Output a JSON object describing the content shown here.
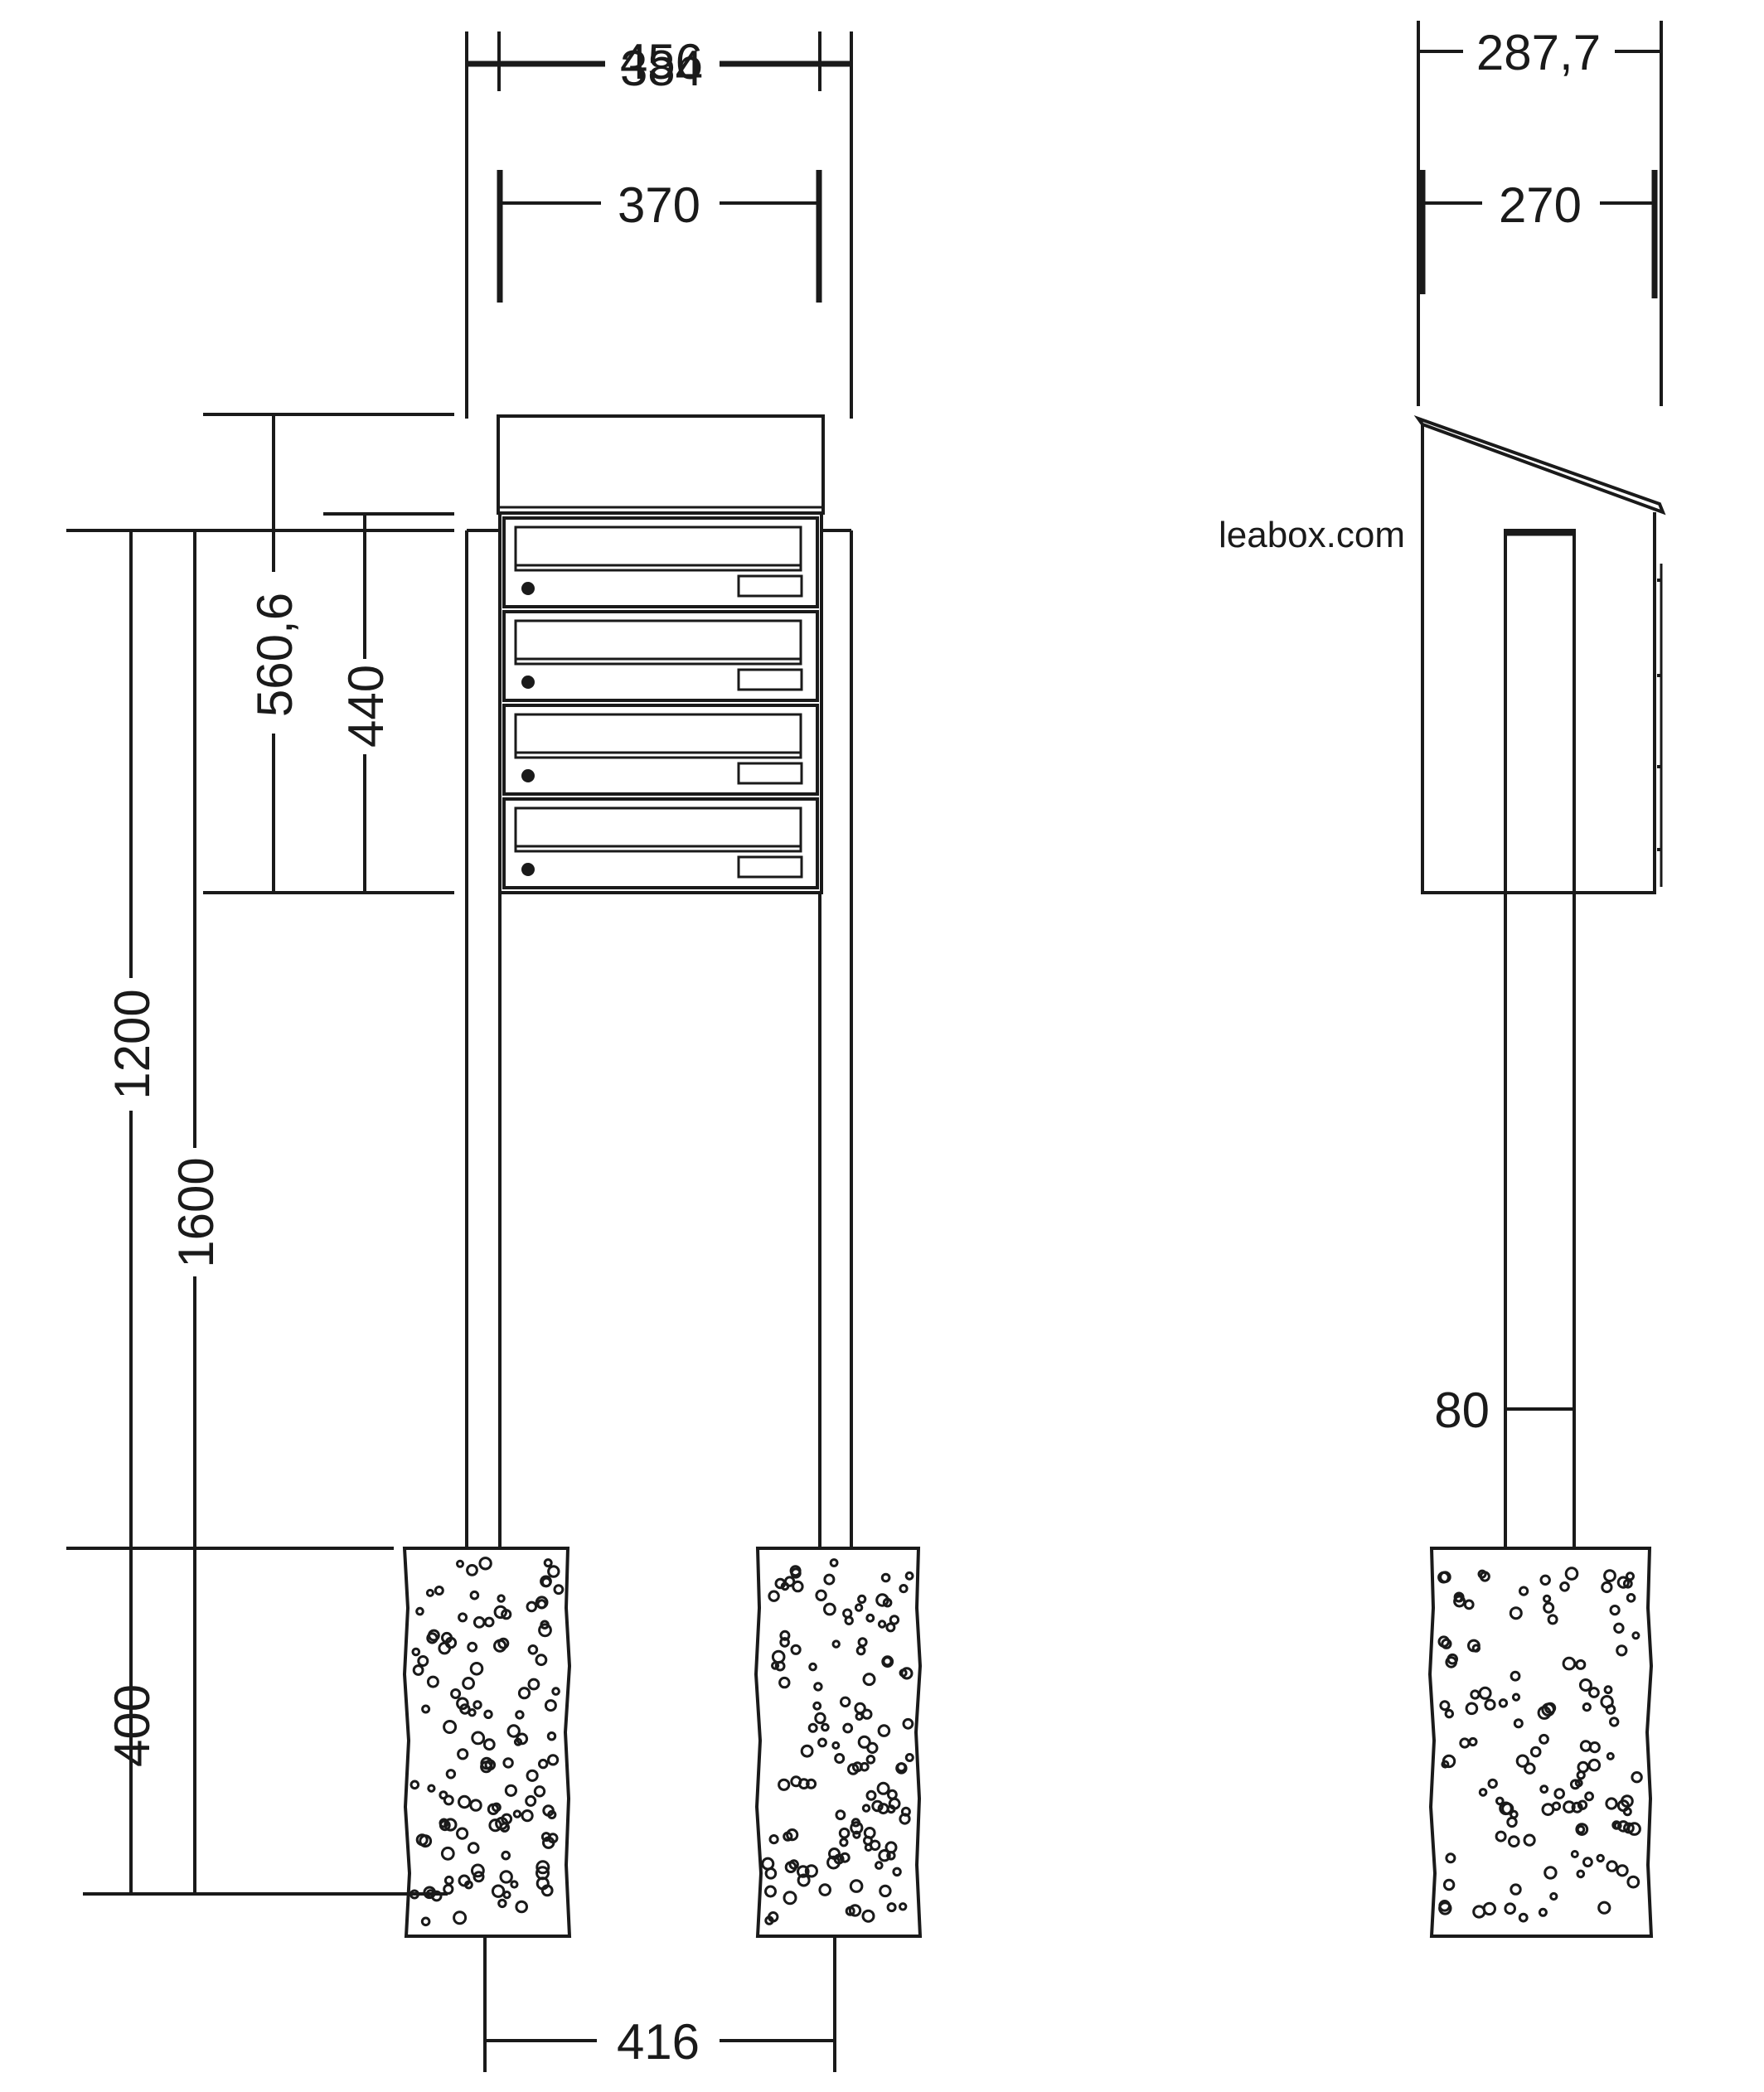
{
  "watermark": "leabox.com",
  "dimensions": {
    "overall_width_a": "456",
    "overall_width_b": "384",
    "body_width": "370",
    "depth_total": "287,7",
    "depth_body": "270",
    "height_with_roof": "560,6",
    "height_box": "440",
    "post_height_above_ground": "1200",
    "total_height": "1600",
    "foundation_depth": "400",
    "post_spacing": "416",
    "post_width": "80"
  },
  "mailboxes": {
    "count": 4
  },
  "colors": {
    "line": "#1a1a1a",
    "background": "#ffffff"
  }
}
